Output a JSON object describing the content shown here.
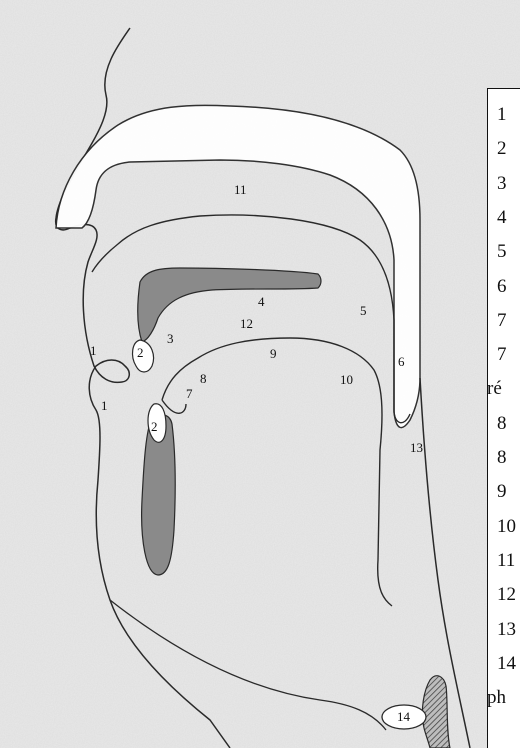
{
  "diagram": {
    "region_labels": {
      "upper_lip": "1",
      "lower_lip": "1",
      "upper_teeth": "2",
      "lower_teeth": "2",
      "alveolar_ridge": "3",
      "hard_palate": "4",
      "velum": "5",
      "uvula": "6",
      "tongue_tip": "7",
      "tongue_blade": "8",
      "tongue_dorsum": "9",
      "tongue_root": "10",
      "nasal_cavity": "11",
      "oral_cavity": "12",
      "pharynx": "13",
      "larynx": "14"
    }
  },
  "legend": {
    "lines": [
      "1",
      "2",
      "3",
      "4",
      "5",
      "6",
      "7",
      "7",
      "ré",
      "8",
      "8",
      "9",
      "10",
      "11",
      "12",
      "13",
      "14",
      "ph"
    ]
  }
}
